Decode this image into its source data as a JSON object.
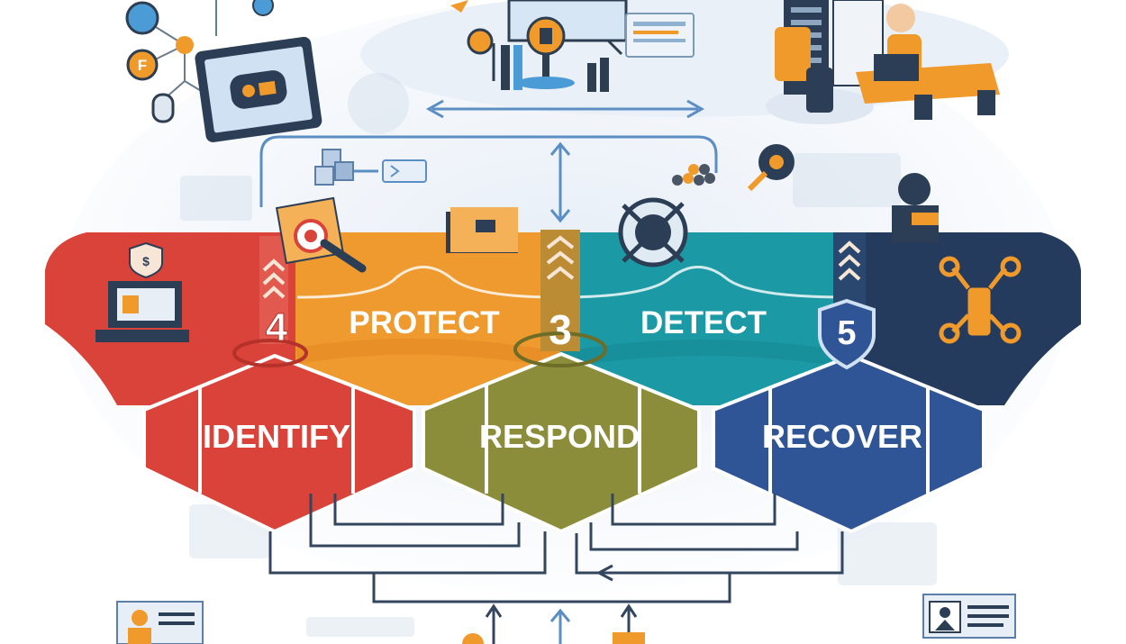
{
  "diagram": {
    "phases": [
      {
        "id": "identify",
        "label": "IDENTIFY",
        "color": "#d9433a"
      },
      {
        "id": "protect",
        "label": "PROTECT",
        "color": "#ee9a2e"
      },
      {
        "id": "detect",
        "label": "DETECT",
        "color": "#1b9aa6"
      },
      {
        "id": "respond",
        "label": "RESPOND",
        "color": "#8c8d3a"
      },
      {
        "id": "recover",
        "label": "RECOVER",
        "color": "#2f5597"
      },
      {
        "id": "right-tab",
        "label": "",
        "color": "#243b5e"
      }
    ],
    "step_numbers": {
      "identify": "4",
      "center": "3",
      "detect": "5"
    },
    "colors": {
      "background": "#ffffff",
      "glow": "#e4edf6",
      "line": "#5b8ec4",
      "dark_line": "#33465e",
      "chevron": "#f7e6d6"
    },
    "icons": [
      "network-nodes-icon",
      "tablet-dashboard-icon",
      "gear-icon",
      "computer-monitor-icon",
      "document-panel-icon",
      "engineers-server-icon",
      "cube-blocks-icon",
      "terminal-icon",
      "coin-pile-icon",
      "key-icon",
      "security-terminal-icon",
      "target-icon",
      "folder-icon",
      "aperture-icon",
      "technician-icon",
      "circuit-cogs-icon",
      "profile-card-icon",
      "id-card-icon"
    ]
  }
}
